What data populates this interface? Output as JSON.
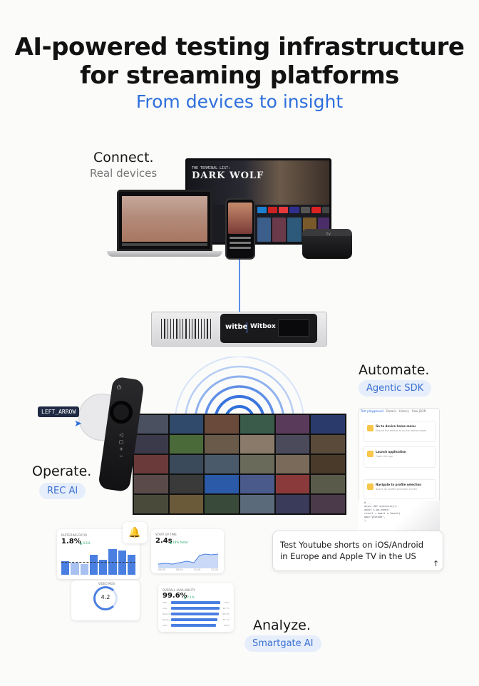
{
  "headline": {
    "line1": "AI-powered testing infrastructure",
    "line2": "for streaming platforms",
    "subtitle": "From devices to insight"
  },
  "connect": {
    "title": "Connect.",
    "subtitle": "Real devices"
  },
  "automate": {
    "title": "Automate.",
    "pill": "Agentic SDK"
  },
  "operate": {
    "title": "Operate.",
    "pill": "REC AI"
  },
  "analyze": {
    "title": "Analyze.",
    "pill": "Smartgate AI"
  },
  "tv": {
    "title_small": "THE TERMINAL LIST:",
    "title_big": "DARK WOLF"
  },
  "appletv": {
    "logo": "tv"
  },
  "witbox": {
    "brand": "witbe",
    "product": "Witbox"
  },
  "remote": {
    "tooltip": "LEFT_ARROW",
    "power": "⏻",
    "buttons": [
      "◁",
      "▢",
      "+",
      "−"
    ]
  },
  "sdk": {
    "tabs": [
      "Test playground",
      "Details",
      "History",
      "Raw JSON"
    ],
    "steps": [
      {
        "title": "Go to device home menu",
        "desc": "Ensure the device is on the home screen"
      },
      {
        "title": "Launch application",
        "desc": "Open the app"
      },
      {
        "title": "Navigate to profile selection",
        "desc": "App is on profile selection screen"
      }
    ],
    "code": [
      "# ...",
      "async def scenario(s):",
      "  await s.go_home()",
      "  result = await s.launch(",
      "    app=\"youtube\",",
      "  )"
    ]
  },
  "prompt": {
    "text_line1": "Test Youtube shorts on iOS/Android",
    "text_line2": "in Europe and Apple TV in the US",
    "send_icon": "↑"
  },
  "analytics": {
    "buffering": {
      "title": "BUFFERING RATIO",
      "value": "1.8%",
      "delta": "▲ 0.3%",
      "bars": [
        0.5,
        0.45,
        0.4,
        0.75,
        0.55,
        0.95,
        0.9,
        0.75
      ]
    },
    "startup": {
      "title": "START UP TIME",
      "value": "2.4s",
      "delta": "▲ 18% faster",
      "axis": [
        "06:00",
        "08:00",
        "10:00",
        "12:00"
      ]
    },
    "mos": {
      "title": "VIDEO MOS",
      "value": "4.2"
    },
    "availability": {
      "title": "OVERALL AVAILABILITY",
      "value": "99.6%",
      "delta": "▲ 2.1%",
      "rows": [
        {
          "label": "VPU",
          "pct": 0.98,
          "text": "99%"
        },
        {
          "label": "Live",
          "pct": 0.97,
          "text": "99.7%"
        },
        {
          "label": "Recording",
          "pct": 0.95,
          "text": "98.9%"
        },
        {
          "label": "Replay",
          "pct": 0.93,
          "text": "99.1%"
        },
        {
          "label": "VOD",
          "pct": 0.9,
          "text": "100%"
        }
      ]
    }
  },
  "colors": {
    "accent": "#2e6fdc",
    "pill_bg": "#e6eefb",
    "chart_blue": "#4a7fe2",
    "positive": "#23a36b",
    "alert": "#f4b73b"
  }
}
